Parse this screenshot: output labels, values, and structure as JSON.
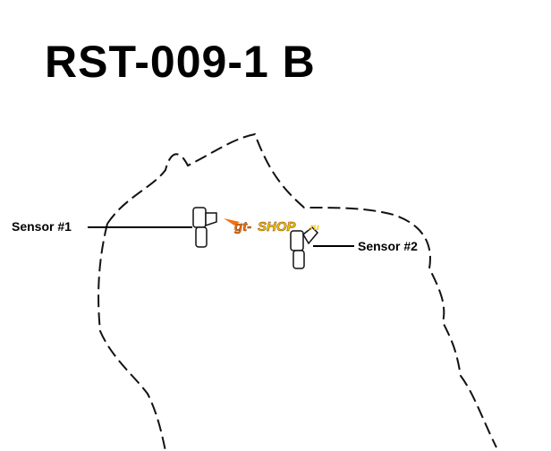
{
  "title": "RST-009-1 B",
  "labels": {
    "sensor1": "Sensor #1",
    "sensor2": "Sensor #2"
  },
  "watermark": {
    "text": "gt-shop.ru",
    "colors": [
      "#f07010",
      "#f5c400"
    ]
  }
}
